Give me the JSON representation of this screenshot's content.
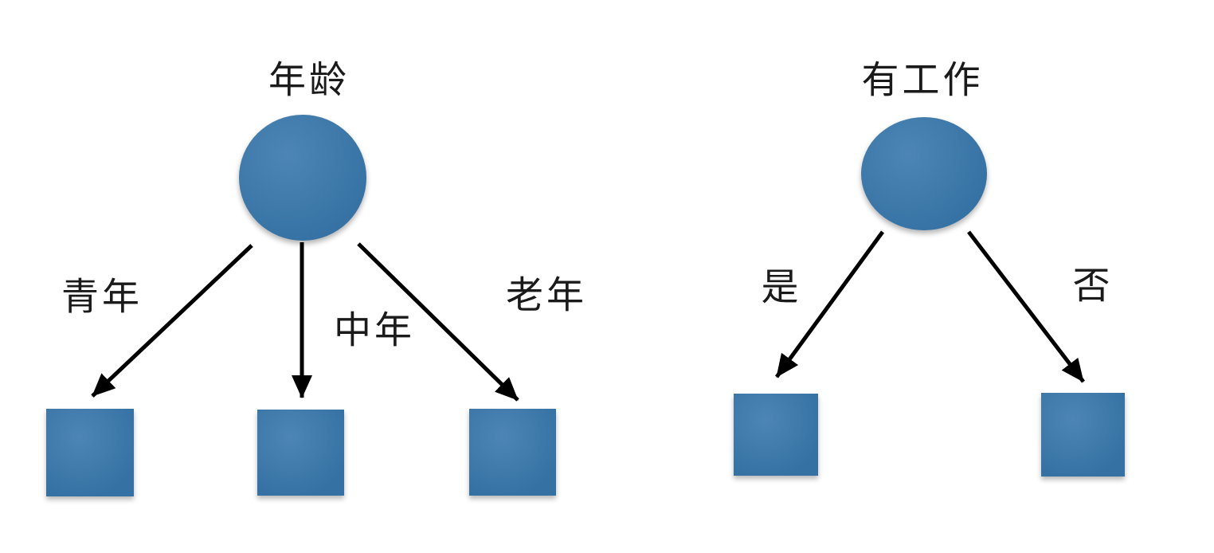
{
  "diagram": {
    "type": "decision-trees",
    "trees": [
      {
        "name": "age-tree",
        "root_label": "年龄",
        "root_shape": "circle",
        "branch_labels": [
          "青年",
          "中年",
          "老年"
        ],
        "leaf_shape": "square",
        "leaf_count": 3
      },
      {
        "name": "job-tree",
        "root_label": "有工作",
        "root_shape": "circle",
        "branch_labels": [
          "是",
          "否"
        ],
        "leaf_shape": "square",
        "leaf_count": 2
      }
    ],
    "colors": {
      "node_fill": "#3878ad",
      "arrow": "#000000",
      "background": "#ffffff",
      "label_text": "#1a1a1a"
    }
  }
}
